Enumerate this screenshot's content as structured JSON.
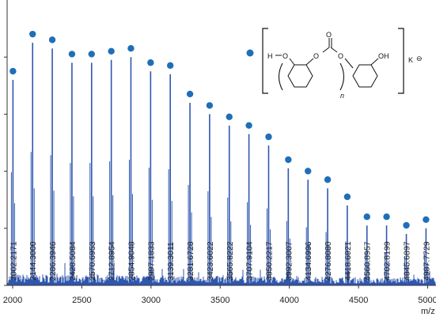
{
  "chart_data": {
    "type": "line",
    "title": "",
    "xlabel": "m/z",
    "ylabel": "",
    "xlim": [
      1960,
      5060
    ],
    "ylim": [
      0,
      100
    ],
    "x_ticks": [
      2000,
      2500,
      3000,
      3500,
      4000,
      4500,
      5000
    ],
    "grid": false,
    "colors": {
      "spectrum": "#2f57b0",
      "marker": "#1f6fb8",
      "axis": "#333333"
    },
    "series": [
      {
        "values": [
          {
            "mz": 2002.2171,
            "label": "2002.2171",
            "intensity": 72
          },
          {
            "mz": 2144.3,
            "label": "2144.3000",
            "intensity": 85
          },
          {
            "mz": 2286.3946,
            "label": "2286.3946",
            "intensity": 83
          },
          {
            "mz": 2428.5084,
            "label": "2428.5084",
            "intensity": 78
          },
          {
            "mz": 2570.6953,
            "label": "2570.6953",
            "intensity": 78
          },
          {
            "mz": 2712.8954,
            "label": "2712.8954",
            "intensity": 79
          },
          {
            "mz": 2854.9048,
            "label": "2854.9048",
            "intensity": 80
          },
          {
            "mz": 2997.1833,
            "label": "2997.1833",
            "intensity": 75
          },
          {
            "mz": 3139.3011,
            "label": "3139.3011",
            "intensity": 74
          },
          {
            "mz": 3281.6728,
            "label": "3281.6728",
            "intensity": 64
          },
          {
            "mz": 3423.6022,
            "label": "3423.6022",
            "intensity": 60
          },
          {
            "mz": 3565.8222,
            "label": "3565.8222",
            "intensity": 56
          },
          {
            "mz": 3707.9104,
            "label": "3707.9104",
            "intensity": 53
          },
          {
            "mz": 3850.2217,
            "label": "3850.2217",
            "intensity": 49
          },
          {
            "mz": 3992.3007,
            "label": "3992.3007",
            "intensity": 41
          },
          {
            "mz": 4134.6996,
            "label": "4134.6996",
            "intensity": 37
          },
          {
            "mz": 4276.808,
            "label": "4276.8080",
            "intensity": 34
          },
          {
            "mz": 4418.6921,
            "label": "4418.6921",
            "intensity": 28
          },
          {
            "mz": 4560.8957,
            "label": "4560.8957",
            "intensity": 21
          },
          {
            "mz": 4702.8199,
            "label": "4702.8199",
            "intensity": 21
          },
          {
            "mz": 4845.6897,
            "label": "4845.6897",
            "intensity": 18
          },
          {
            "mz": 4987.7729,
            "label": "4987.7729",
            "intensity": 20
          }
        ]
      }
    ],
    "inset_structure": {
      "atoms": [
        "H",
        "O",
        "O",
        "O",
        "O",
        "OH",
        "n",
        "K",
        "⊖"
      ]
    }
  }
}
